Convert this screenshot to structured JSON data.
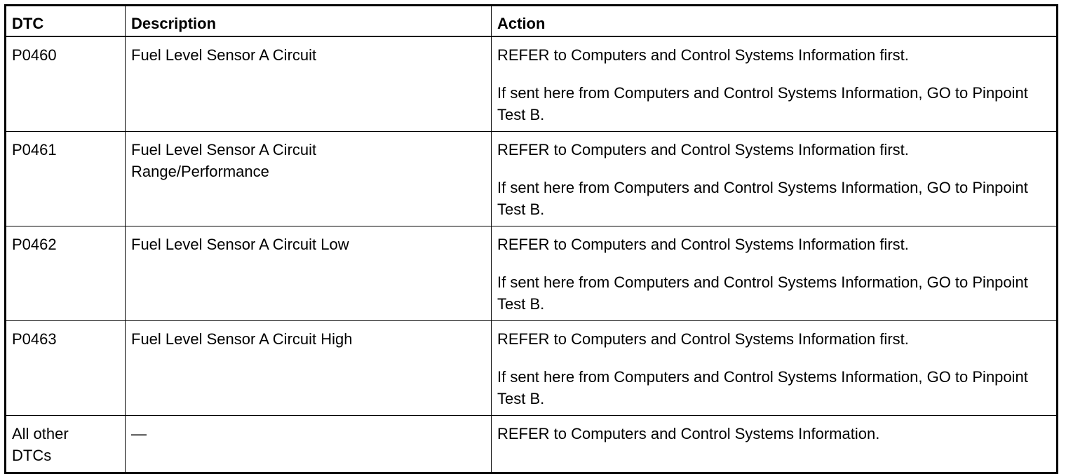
{
  "table": {
    "headers": {
      "dtc": "DTC",
      "description": "Description",
      "action": "Action"
    },
    "rows": [
      {
        "dtc": "P0460",
        "description": "Fuel Level Sensor A Circuit",
        "action_1": "REFER to Computers and Control Systems Information first.",
        "action_2": "If sent here from Computers and Control Systems Information, GO to Pinpoint Test B."
      },
      {
        "dtc": "P0461",
        "description": "Fuel Level Sensor A Circuit Range/Performance",
        "action_1": "REFER to Computers and Control Systems Information first.",
        "action_2": "If sent here from Computers and Control Systems Information, GO to Pinpoint Test B."
      },
      {
        "dtc": "P0462",
        "description": "Fuel Level Sensor A Circuit Low",
        "action_1": "REFER to Computers and Control Systems Information first.",
        "action_2": "If sent here from Computers and Control Systems Information, GO to Pinpoint Test B."
      },
      {
        "dtc": "P0463",
        "description": "Fuel Level Sensor A Circuit High",
        "action_1": "REFER to Computers and Control Systems Information first.",
        "action_2": "If sent here from Computers and Control Systems Information, GO to Pinpoint Test B."
      },
      {
        "dtc": "All other DTCs",
        "description": "—",
        "action_1": "REFER to Computers and Control Systems Information."
      }
    ]
  }
}
